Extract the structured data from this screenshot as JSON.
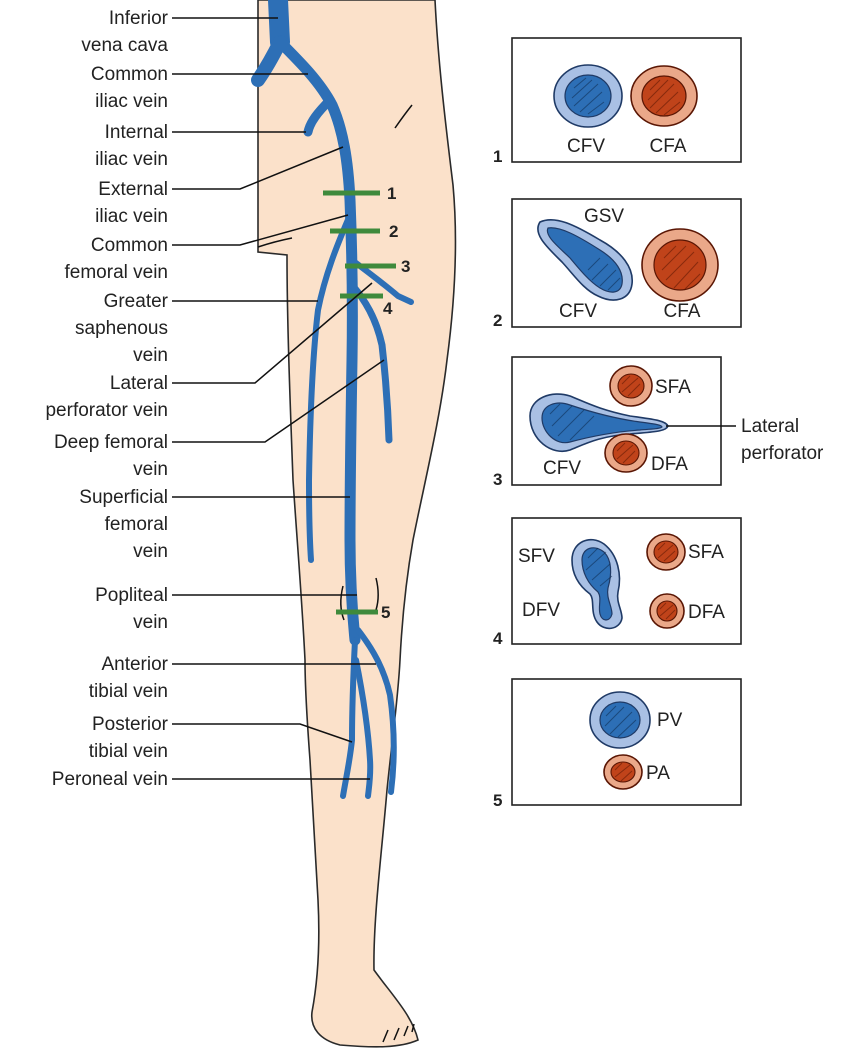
{
  "leg_labels": [
    {
      "l1": "Inferior",
      "l2": "vena cava"
    },
    {
      "l1": "Common",
      "l2": "iliac vein"
    },
    {
      "l1": "Internal",
      "l2": "iliac vein"
    },
    {
      "l1": "External",
      "l2": "iliac vein"
    },
    {
      "l1": "Common",
      "l2": "femoral vein"
    },
    {
      "l1": "Greater",
      "l2": "saphenous",
      "l3": "vein"
    },
    {
      "l1": "Lateral",
      "l2": "perforator vein"
    },
    {
      "l1": "Deep femoral",
      "l2": "vein"
    },
    {
      "l1": "Superficial",
      "l2": "femoral",
      "l3": "vein"
    },
    {
      "l1": "Popliteal",
      "l2": "vein"
    },
    {
      "l1": "Anterior",
      "l2": "tibial vein"
    },
    {
      "l1": "Posterior",
      "l2": "tibial vein"
    },
    {
      "l1": "Peroneal vein"
    }
  ],
  "levels": [
    "1",
    "2",
    "3",
    "4",
    "5"
  ],
  "panels": [
    {
      "number": "1",
      "labels": [
        "CFV",
        "CFA"
      ]
    },
    {
      "number": "2",
      "labels": [
        "GSV",
        "CFV",
        "CFA"
      ]
    },
    {
      "number": "3",
      "labels": [
        "SFA",
        "CFV",
        "DFA"
      ],
      "callout": [
        "Lateral",
        "perforator"
      ]
    },
    {
      "number": "4",
      "labels": [
        "SFV",
        "SFA",
        "DFV",
        "DFA"
      ]
    },
    {
      "number": "5",
      "labels": [
        "PV",
        "PA"
      ]
    }
  ],
  "colors": {
    "skin": "#fbe1ca",
    "skin_outline": "#2a2a2a",
    "vein": "#2d6fb6",
    "vein_ring": "#a9c0e4",
    "artery": "#c0431a",
    "artery_ring": "#eaa889",
    "level_marker": "#3f8a3c"
  }
}
